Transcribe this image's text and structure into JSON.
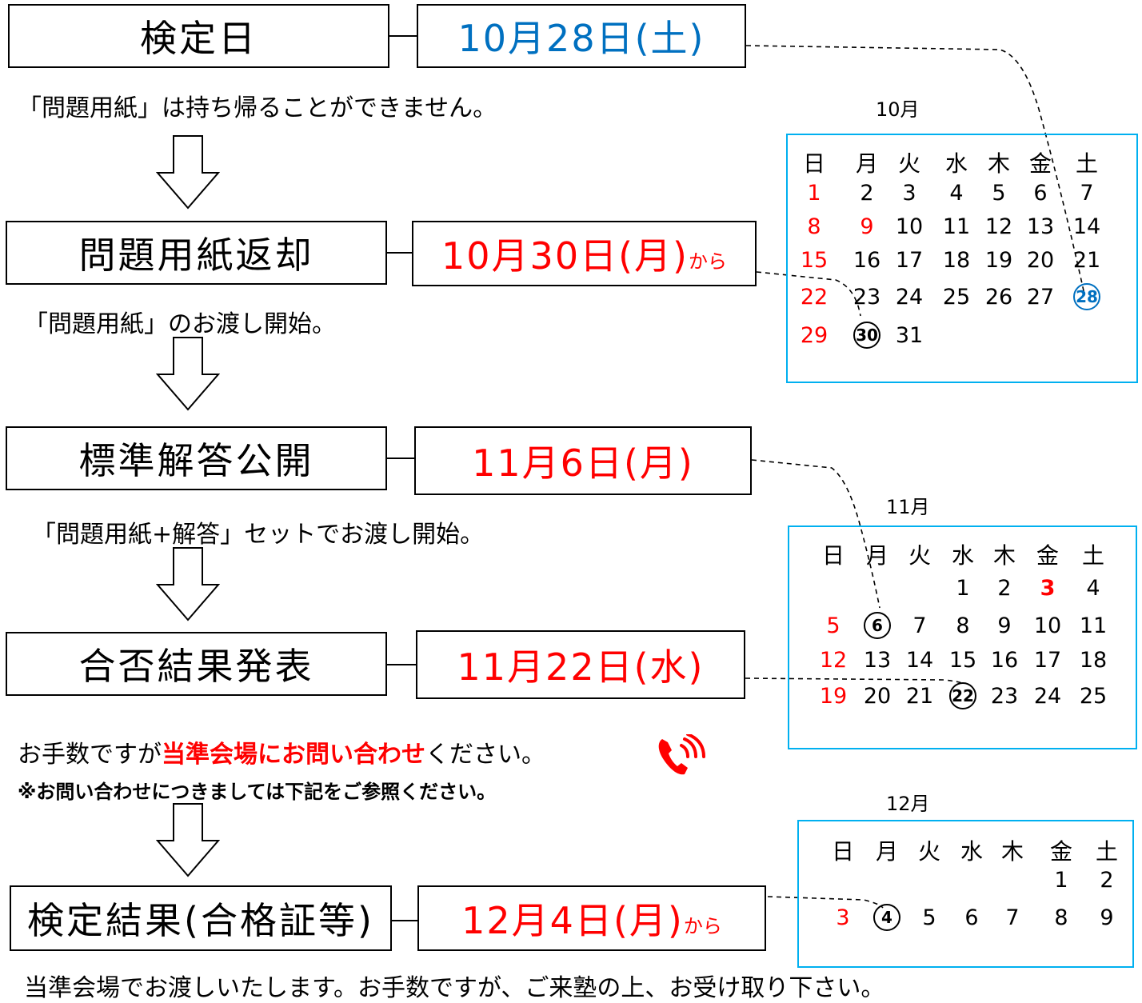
{
  "steps": [
    {
      "label": "検定日",
      "date": "10月28日(土)",
      "suffix": ""
    },
    {
      "label": "問題用紙返却",
      "date": "10月30日(月)",
      "suffix": "から"
    },
    {
      "label": "標準解答公開",
      "date": "11月6日(月)",
      "suffix": ""
    },
    {
      "label": "合否結果発表",
      "date": "11月22日(水)",
      "suffix": ""
    },
    {
      "label": "検定結果(合格証等)",
      "date": "12月4日(月)",
      "suffix": "から"
    }
  ],
  "notes": {
    "note1": "「問題用紙」は持ち帰ることができません。",
    "note2": "「問題用紙」のお渡し開始。",
    "note3": "「問題用紙+解答」セットでお渡し開始。",
    "note4_pre": "お手数ですが",
    "note4_red": "当準会場にお問い合わせ",
    "note4_post": "ください。",
    "note5": "※お問い合わせにつきましては下記をご参照ください。",
    "note6": "当準会場でお渡しいたします。お手数ですが、ご来塾の上、お受け取り下さい。"
  },
  "weekdays": [
    "日",
    "月",
    "火",
    "水",
    "木",
    "金",
    "土"
  ],
  "calendars": {
    "oct": {
      "title": "10月",
      "rows": [
        [
          "1",
          "2",
          "3",
          "4",
          "5",
          "6",
          "7"
        ],
        [
          "8",
          "9",
          "10",
          "11",
          "12",
          "13",
          "14"
        ],
        [
          "15",
          "16",
          "17",
          "18",
          "19",
          "20",
          "21"
        ],
        [
          "22",
          "23",
          "24",
          "25",
          "26",
          "27",
          "28"
        ],
        [
          "29",
          "30",
          "31",
          "",
          "",
          "",
          ""
        ]
      ]
    },
    "nov": {
      "title": "11月",
      "rows": [
        [
          "",
          "",
          "",
          "1",
          "2",
          "3",
          "4"
        ],
        [
          "5",
          "6",
          "7",
          "8",
          "9",
          "10",
          "11"
        ],
        [
          "12",
          "13",
          "14",
          "15",
          "16",
          "17",
          "18"
        ],
        [
          "19",
          "20",
          "21",
          "22",
          "23",
          "24",
          "25"
        ]
      ]
    },
    "dec": {
      "title": "12月",
      "rows": [
        [
          "",
          "",
          "",
          "",
          "",
          "1",
          "2"
        ],
        [
          "3",
          "4",
          "5",
          "6",
          "7",
          "8",
          "9"
        ]
      ]
    }
  },
  "colors": {
    "holiday": "#ff0000",
    "exam": "#0070c0",
    "frame": "#00b0f0"
  },
  "icons": {
    "phone": "phone-icon"
  }
}
